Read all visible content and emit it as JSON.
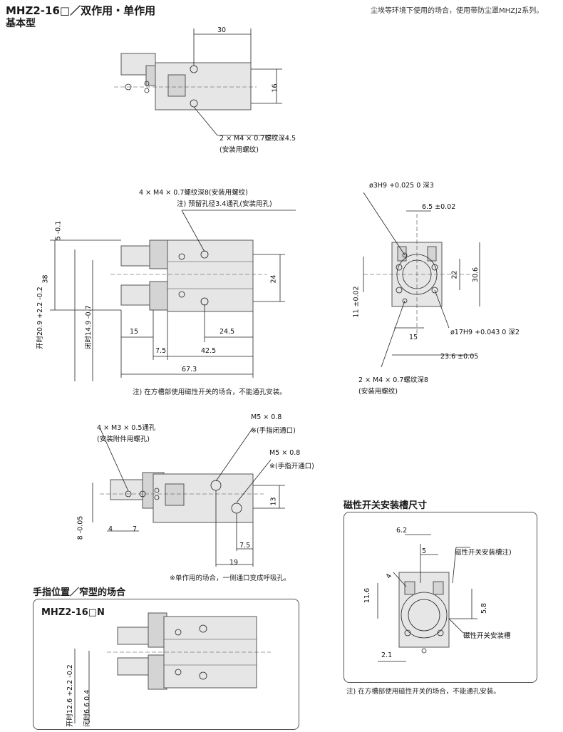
{
  "header": {
    "title": "MHZ2-16□／双作用・单作用",
    "subtitle": "基本型",
    "top_note": "尘埃等环境下使用的场合，使用带防尘罩MHZJ2系列。"
  },
  "view_top": {
    "dims": [
      "30",
      "16"
    ],
    "callout_1": "2 × M4 × 0.7螺纹深4.5",
    "callout_2": "(安装用螺纹)"
  },
  "view_front": {
    "callout_1": "4 × M4 × 0.7螺纹深8(安装用螺纹)",
    "callout_2": "注) 预留孔径3.4通孔(安装用孔)",
    "dims": [
      "5 -0.1",
      "38",
      "24",
      "15",
      "24.5",
      "7.5",
      "42.5",
      "67.3"
    ],
    "open_label": "开时20.9 +2.2 -0.2",
    "close_label": "闭时14.9 -0.7",
    "note": "注) 在方槽部使用磁性开关的场合，不能通孔安装。"
  },
  "view_side": {
    "callout_top": "ø3H9 +0.025 0 深3",
    "dims": [
      "6.5 ±0.02",
      "22",
      "30.6",
      "11 ±0.02",
      "15",
      "23.6 ±0.05"
    ],
    "callout_bore": "ø17H9 +0.043 0 深2",
    "callout_1": "2 × M4 × 0.7螺纹深8",
    "callout_2": "(安装用螺纹)"
  },
  "view_ports": {
    "callout_a1": "4 × M3 × 0.5通孔",
    "callout_a2": "(安装附件用螺孔)",
    "port1": "M5 × 0.8",
    "port1_note": "※(手指闭通口)",
    "port2": "M5 × 0.8",
    "port2_note": "※(手指开通口)",
    "dims": [
      "8 -0.05",
      "4",
      "7",
      "13",
      "7.5",
      "19"
    ],
    "note": "※单作用的场合，一侧通口变成呼吸孔。"
  },
  "section_finger": {
    "heading": "手指位置／窄型的场合",
    "model": "MHZ2-16□N",
    "open_label": "开时12.6 +2.2 -0.2",
    "close_label": "闭时6.6 0.4"
  },
  "section_switch": {
    "heading": "磁性开关安装槽尺寸",
    "dims": [
      "6.2",
      "5",
      "11.6",
      "4",
      "5.8",
      "2.1"
    ],
    "label_1": "磁性开关安装槽注)",
    "label_2": "磁性开关安装槽",
    "note": "注) 在方槽部使用磁性开关的场合，不能通孔安装。"
  }
}
